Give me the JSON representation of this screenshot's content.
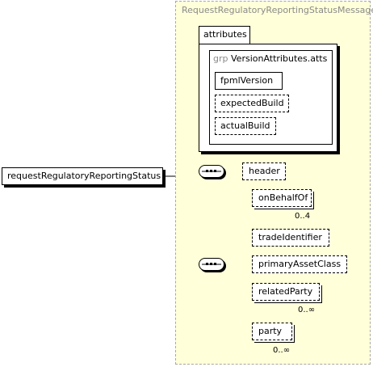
{
  "complex_type": {
    "name": "RequestRegulatoryReportingStatusMessage"
  },
  "attributes": {
    "label": "attributes",
    "group": {
      "keyword": "grp",
      "name": "VersionAttributes.atts",
      "items": [
        {
          "label": "fpmlVersion",
          "required": true
        },
        {
          "label": "expectedBuild",
          "required": false
        },
        {
          "label": "actualBuild",
          "required": false
        }
      ]
    }
  },
  "root_element": {
    "label": "requestRegulatoryReportingStatus"
  },
  "first_sequence": {
    "elements": [
      {
        "label": "header",
        "optional": true
      }
    ]
  },
  "second_sequence": {
    "elements": [
      {
        "label": "onBehalfOf",
        "optional": true,
        "multiple": true,
        "cardinality": "0..4"
      },
      {
        "label": "tradeIdentifier",
        "optional": true,
        "multiple": false,
        "cardinality": ""
      },
      {
        "label": "primaryAssetClass",
        "optional": true,
        "multiple": false,
        "cardinality": ""
      },
      {
        "label": "relatedParty",
        "optional": true,
        "multiple": true,
        "cardinality": "0..∞"
      },
      {
        "label": "party",
        "optional": true,
        "multiple": true,
        "cardinality": "0..∞"
      }
    ]
  }
}
